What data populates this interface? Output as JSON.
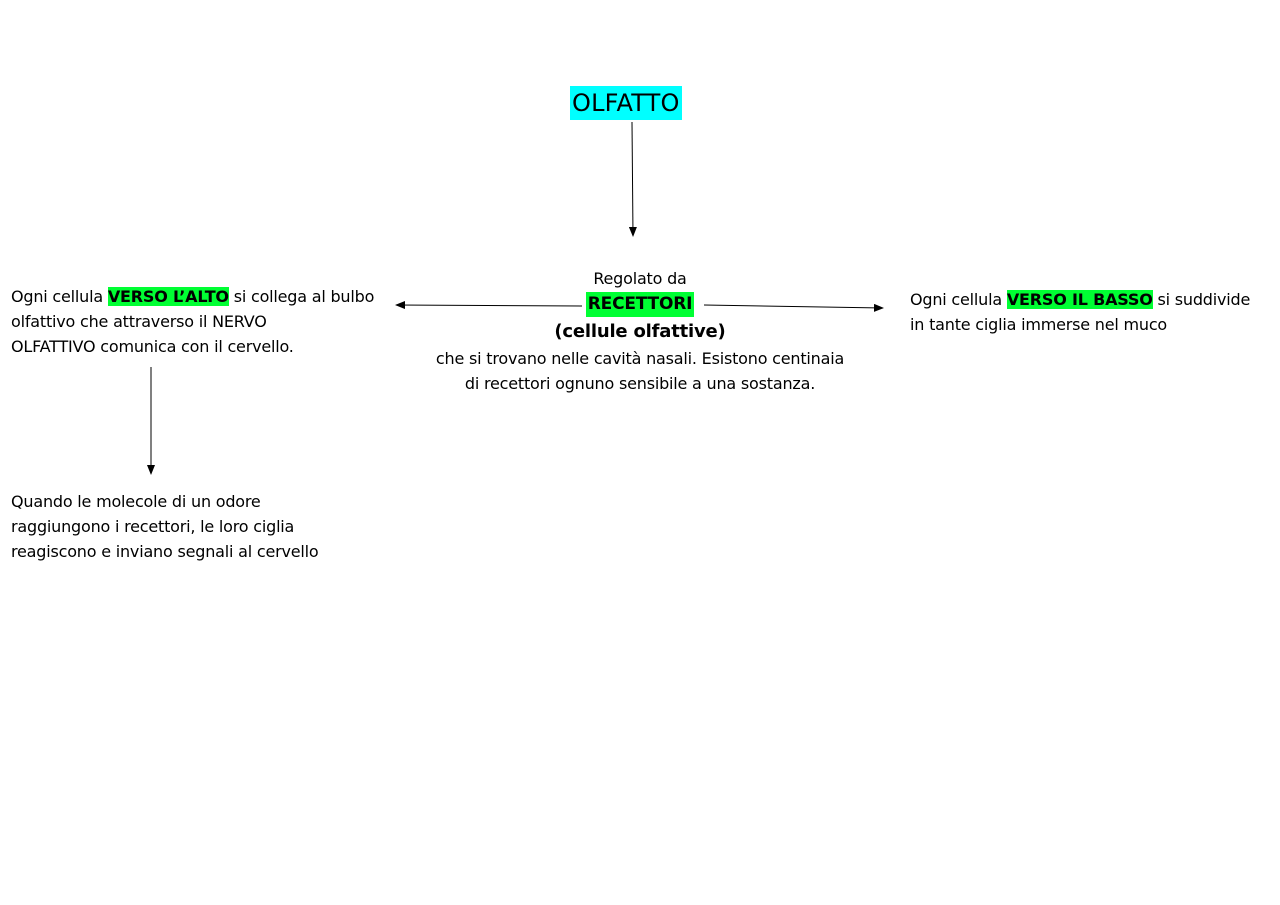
{
  "title": "OLFATTO",
  "center": {
    "line1": "Regolato da",
    "highlight": "RECETTORI",
    "subtitle": "(cellule olfattive)",
    "line3": "che si trovano nelle cavità nasali. Esistono centinaia",
    "line4": "di recettori ognuno sensibile a una sostanza."
  },
  "left": {
    "prefix": "Ogni cellula ",
    "highlight": "VERSO L’ALTO",
    "suffix": " si collega al bulbo",
    "line2": "olfattivo che attraverso il NERVO",
    "line3": "OLFATTIVO comunica con il cervello."
  },
  "right": {
    "prefix": "Ogni cellula ",
    "highlight": "VERSO IL BASSO",
    "suffix": " si suddivide",
    "line2": "in tante ciglia immerse nel muco"
  },
  "bottom": {
    "line1": "Quando le molecole di un odore",
    "line2": "raggiungono i recettori, le loro ciglia",
    "line3": "reagiscono e inviano segnali al cervello"
  },
  "colors": {
    "title_highlight": "#00ffff",
    "keyword_highlight": "#00ff33"
  }
}
